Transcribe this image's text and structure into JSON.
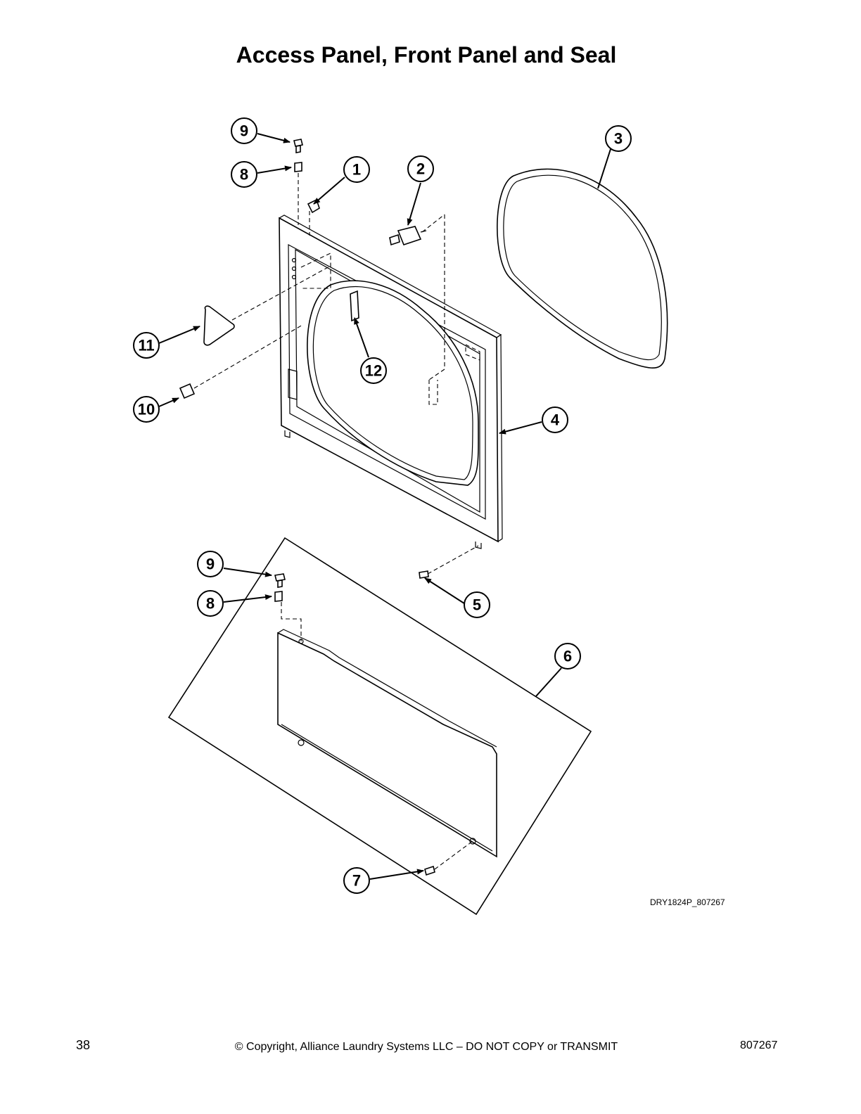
{
  "title": "Access Panel, Front Panel and Seal",
  "figure_id": "DRY1824P_807267",
  "callouts": [
    "9",
    "8",
    "1",
    "2",
    "3",
    "11",
    "12",
    "10",
    "4",
    "9",
    "8",
    "5",
    "6",
    "7"
  ],
  "footer": {
    "page_number": "38",
    "copyright": "© Copyright, Alliance Laundry Systems LLC – DO NOT COPY or TRANSMIT",
    "doc_number": "807267"
  }
}
